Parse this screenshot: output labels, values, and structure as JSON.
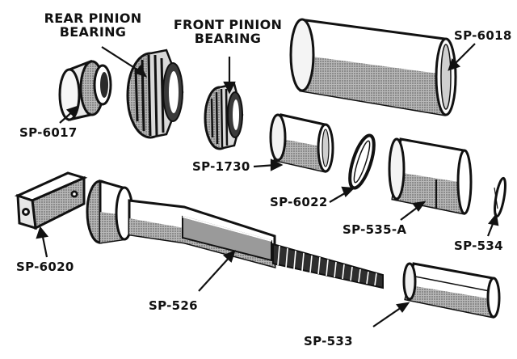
{
  "labels": {
    "rear_pinion_line1": "REAR PINION",
    "rear_pinion_line2": "BEARING",
    "front_pinion_line1": "FRONT PINION",
    "front_pinion_line2": "BEARING",
    "sp6018": "SP-6018",
    "sp6017": "SP-6017",
    "sp1730": "SP-1730",
    "sp6022": "SP-6022",
    "sp535a": "SP-535-A",
    "sp534": "SP-534",
    "sp6020": "SP-6020",
    "sp526": "SP-526",
    "sp533": "SP-533"
  },
  "colors": {
    "ink": "#111111",
    "shade": "#8a8a8a",
    "dark": "#2a2a2a",
    "paper": "#ffffff"
  }
}
